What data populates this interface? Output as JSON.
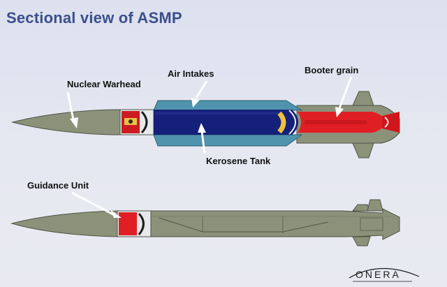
{
  "title": "Sectional view of ASMP",
  "labels": {
    "nuclear_warhead": "Nuclear Warhead",
    "air_intakes": "Air Intakes",
    "booter_grain": "Booter grain",
    "kerosene_tank": "Kerosene Tank",
    "guidance_unit": "Guidance Unit"
  },
  "logo": "ONERA",
  "colors": {
    "title": "#3a4f8c",
    "missile_body": "#8c927a",
    "kerosene_tank": "#14207a",
    "air_intake_duct": "#4f93ad",
    "booster": "#e01f25",
    "warhead_section": "#cc1c22",
    "background": "#e3e6f0"
  }
}
